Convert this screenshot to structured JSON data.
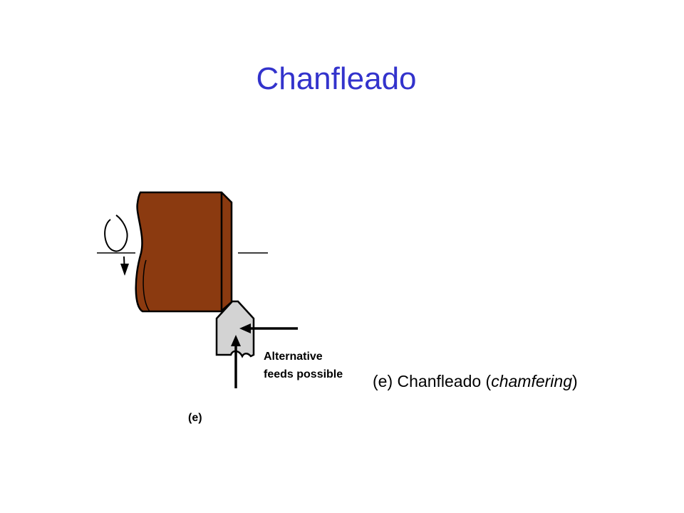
{
  "slide": {
    "title": "Chanfleado",
    "title_color": "#3333cc"
  },
  "figure": {
    "annotation_line1": "Alternative",
    "annotation_line2": "feeds possible",
    "label": "(e)",
    "workpiece_color": "#8b3a10",
    "tool_color": "#d3d3d3"
  },
  "caption": {
    "prefix": "(e) Chanfleado (",
    "italic": "chamfering",
    "suffix": ")"
  }
}
